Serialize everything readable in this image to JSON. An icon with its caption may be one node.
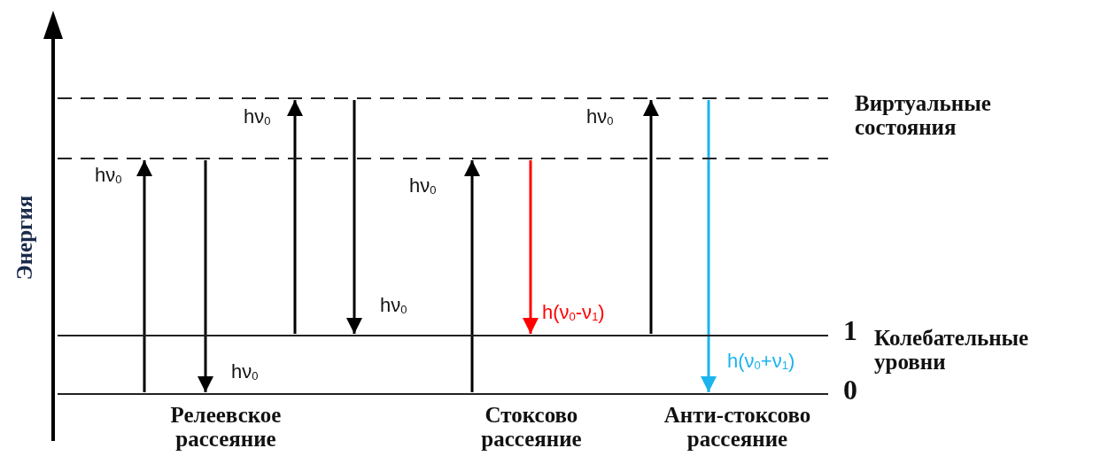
{
  "diagram": {
    "nodes": [
      {
        "text": [],
        "shape": "bar"
      },
      {
        "text": [],
        "shape": "bar"
      },
      {
        "text": [],
        "shape": "bar",
        "beside": [
          "1"
        ]
      },
      {
        "text": [],
        "shape": "bar",
        "beside": [
          "0"
        ]
      }
    ],
    "edges": [
      {
        "from": 3,
        "to": 1,
        "arrow": "to",
        "label": "hν$_{0}$"
      },
      {
        "from": 1,
        "to": 3,
        "arrow": "to",
        "label": "hν$_{0}$"
      },
      {
        "from": 2,
        "to": 0,
        "arrow": "to",
        "label": "hν$_{0}$"
      },
      {
        "from": 0,
        "to": 2,
        "arrow": "to",
        "label": "hν$_{0}$"
      },
      {
        "from": 3,
        "to": 1,
        "arrow": "to",
        "label": "hν$_{0}$"
      },
      {
        "from": 1,
        "to": 2,
        "arrow": "to",
        "label": "h(ν$_{0}$-ν$_{1}$)",
        "color": "#ff0000"
      },
      {
        "from": 2,
        "to": 0,
        "arrow": "to",
        "label": "hν$_{0}$"
      },
      {
        "from": 0,
        "to": 3,
        "arrow": "to",
        "label": "h(ν$_{0}$+ν$_{1}$)",
        "color": "#1ab4ee"
      }
    ],
    "labels": [
      "Энергия",
      "Виртуальные состояния",
      "Колебательные уровни",
      "Релеевское рассеяние",
      "Стоксово рассеяние",
      "Анти-стоксово рассеяние"
    ]
  }
}
